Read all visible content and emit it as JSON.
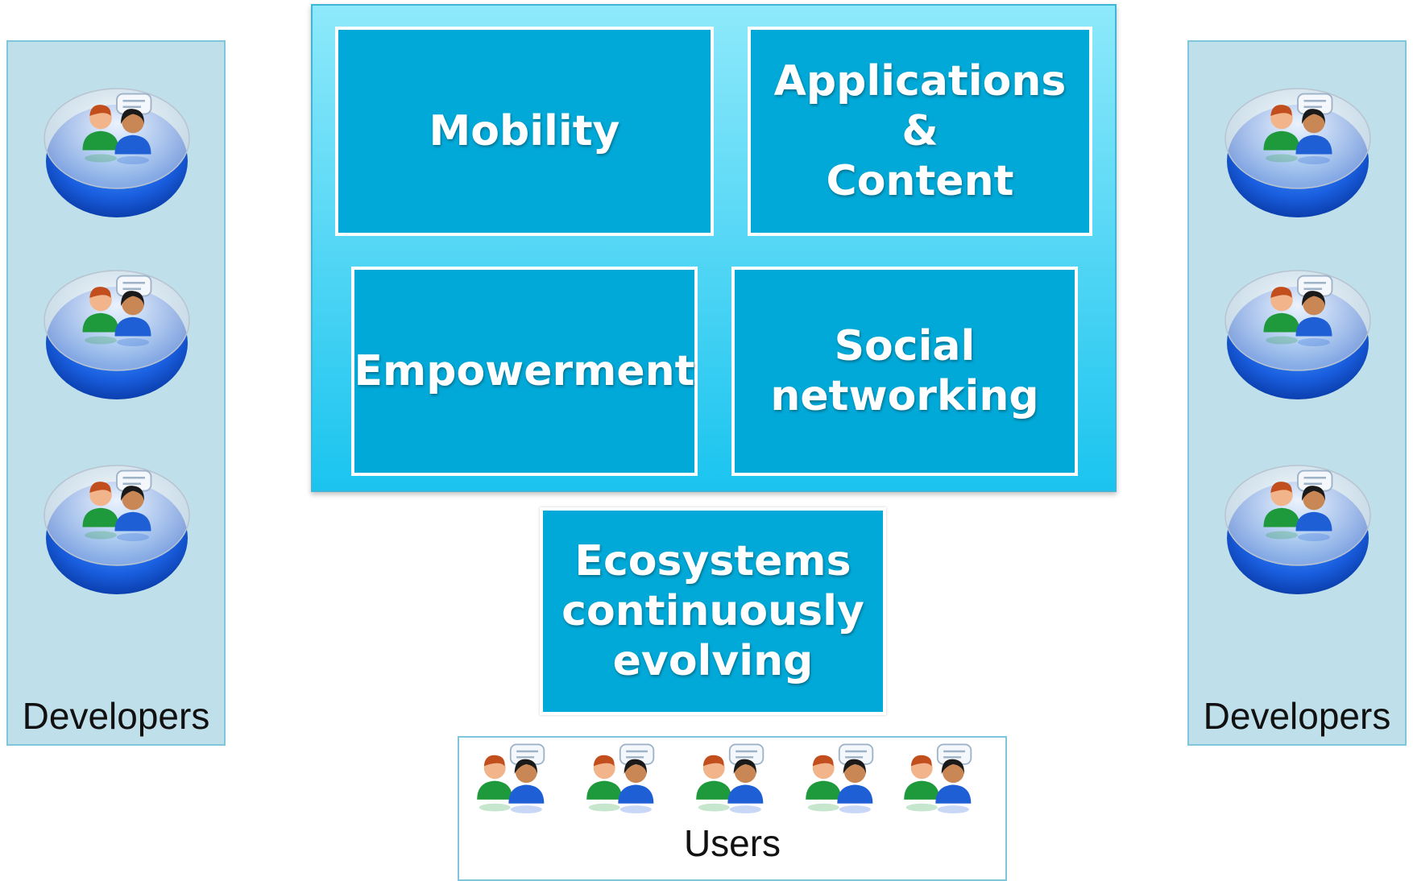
{
  "colors": {
    "tile_fill": "#00a9d8",
    "tile_border": "#ffffff",
    "center_panel_top": "#8ee9fb",
    "center_panel_bottom": "#1ac4ef",
    "developer_panel_fill": "#bfe0ea",
    "panel_border": "#7fc6dc"
  },
  "icons": {
    "developer_group": "people-chat-on-blue-disc-icon",
    "user_pair": "people-chat-icon"
  },
  "developers_left": {
    "label": "Developers",
    "icon_count": 3
  },
  "developers_right": {
    "label": "Developers",
    "icon_count": 3
  },
  "tiles": {
    "mobility": [
      "Mobility"
    ],
    "applications_content": [
      "Applications &",
      "Content"
    ],
    "empowerment": [
      "Empowerment"
    ],
    "social_networking": [
      "Social",
      "networking"
    ]
  },
  "ecosystems": [
    "Ecosystems",
    "continuously",
    "evolving"
  ],
  "users": {
    "label": "Users",
    "icon_count": 5
  }
}
